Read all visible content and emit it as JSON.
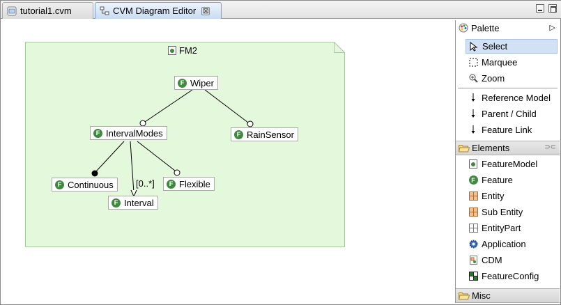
{
  "tabs": [
    {
      "label": "tutorial1.cvm",
      "active": false
    },
    {
      "label": "CVM Diagram Editor",
      "active": true
    }
  ],
  "tab_close_glyph": "⊠",
  "diagram": {
    "model_title": "FM2",
    "nodes": {
      "wiper": "Wiper",
      "interval_modes": "IntervalModes",
      "rain_sensor": "RainSensor",
      "continuous": "Continuous",
      "flexible": "Flexible",
      "interval": "Interval"
    },
    "cardinality_label": "[0..*]",
    "feature_badge": "F",
    "colors": {
      "model_fill": "#e4f8dc",
      "model_border": "#a8c8a0",
      "feature_badge": "#3f8a3f"
    }
  },
  "palette": {
    "title": "Palette",
    "tools": [
      {
        "label": "Select",
        "icon": "arrow-pointer-icon",
        "selected": true
      },
      {
        "label": "Marquee",
        "icon": "marquee-icon",
        "selected": false
      },
      {
        "label": "Zoom",
        "icon": "zoom-icon",
        "selected": false
      }
    ],
    "connections": [
      {
        "label": "Reference Model",
        "icon": "arrow-down-icon"
      },
      {
        "label": "Parent / Child",
        "icon": "arrow-down-icon"
      },
      {
        "label": "Feature Link",
        "icon": "arrow-down-icon"
      }
    ],
    "elements_drawer": "Elements",
    "elements": [
      {
        "label": "FeatureModel",
        "icon": "feature-model-icon"
      },
      {
        "label": "Feature",
        "icon": "feature-icon"
      },
      {
        "label": "Entity",
        "icon": "entity-icon"
      },
      {
        "label": "Sub Entity",
        "icon": "sub-entity-icon"
      },
      {
        "label": "EntityPart",
        "icon": "entity-part-icon"
      },
      {
        "label": "Application",
        "icon": "application-icon"
      },
      {
        "label": "CDM",
        "icon": "cdm-icon"
      },
      {
        "label": "FeatureConfig",
        "icon": "feature-config-icon"
      }
    ],
    "misc_drawer": "Misc"
  }
}
